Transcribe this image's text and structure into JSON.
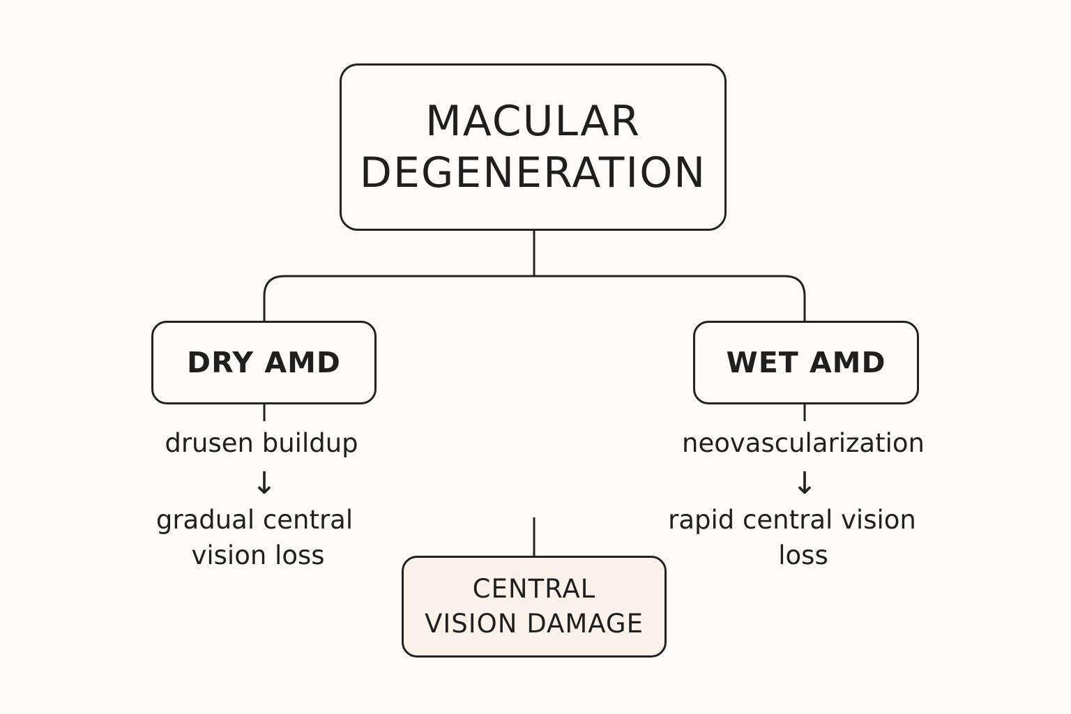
{
  "nodes": {
    "root": {
      "line1": "MACULAR",
      "line2": "DEGENERATION"
    },
    "dry": {
      "label": "DRY AMD"
    },
    "wet": {
      "label": "WET AMD"
    },
    "result": {
      "line1": "CENTRAL",
      "line2": "VISION DAMAGE"
    }
  },
  "dry_branch": {
    "step1": "drusen buildup",
    "arrow": "↓",
    "step2_line1": "gradual central",
    "step2_line2": "vision loss"
  },
  "wet_branch": {
    "step1": "neovascularization",
    "arrow": "↓",
    "step2_line1": "rapid central vision",
    "step2_line2": "loss"
  },
  "colors": {
    "background": "#fcfbf9",
    "stroke": "#222222",
    "result_fill": "#fbf2ec"
  }
}
